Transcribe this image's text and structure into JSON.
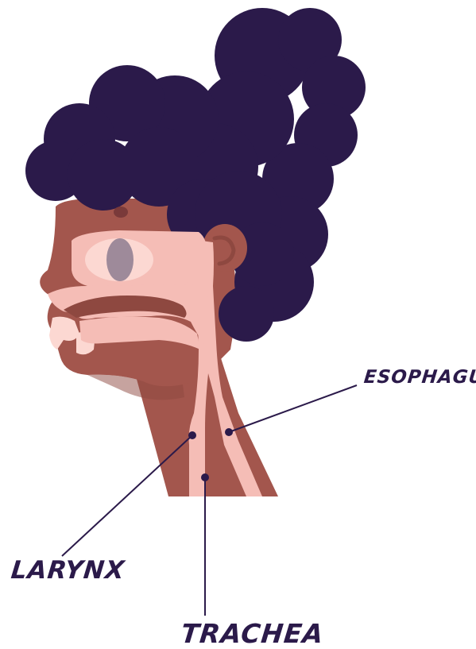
{
  "labels": {
    "esophagus": "ESOPHAGUS",
    "larynx": "LARYNX",
    "trachea": "TRACHEA"
  },
  "colors": {
    "hair": "#2b1a4a",
    "skin": "#a3564d",
    "skin_dark": "#8e4840",
    "airway": "#f5bdb6",
    "airway_light": "#fcd8d2",
    "eye_iris": "#9e8a9a",
    "leader_line": "#2b1a4a"
  }
}
